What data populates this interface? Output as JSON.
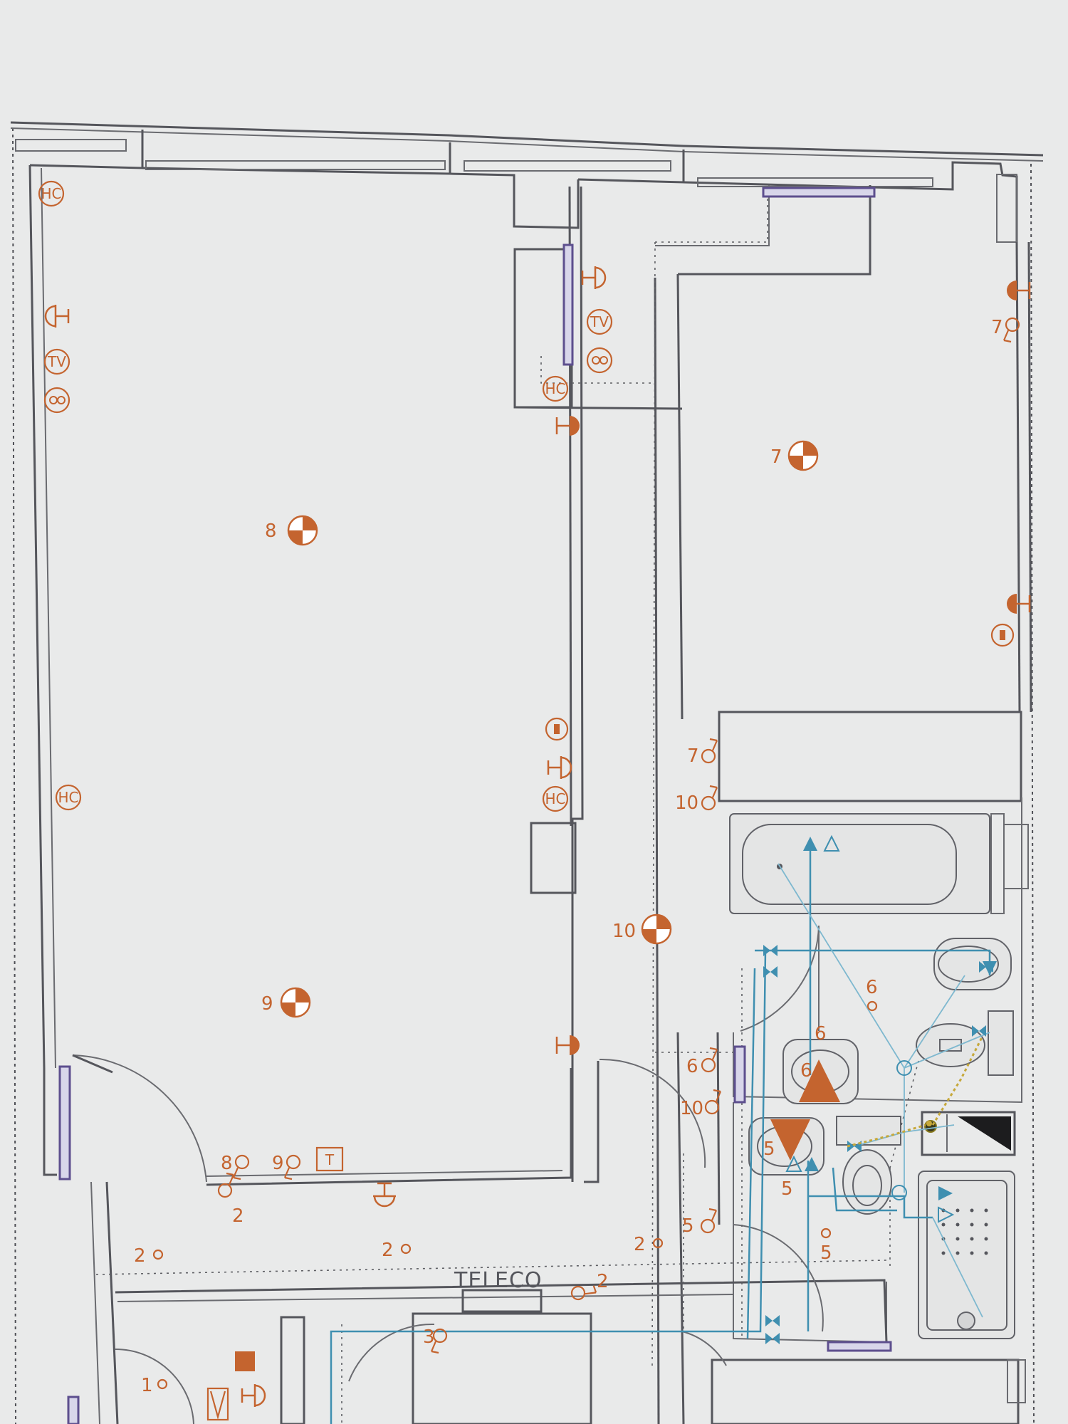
{
  "symbols": {
    "hc": "HC",
    "tv": "TV",
    "thermostat": "T"
  },
  "room_labels": {
    "telecom": "TELECO"
  },
  "circuit_numbers": {
    "light_8": "8",
    "light_9": "9",
    "light_7": "7",
    "light_10": "10",
    "switch_7": "7",
    "switch_7b": "7",
    "switch_10": "10",
    "switch_6": "6",
    "switch_10c": "10",
    "switch_8": "8",
    "switch_9": "9",
    "switch_2": "2",
    "switch_5": "5",
    "switch_2b": "2",
    "switch_3": "3",
    "point_2a": "2",
    "point_2b": "2",
    "point_2c": "2",
    "point_1": "1",
    "bath_6a": "6",
    "bath_6b": "6",
    "bath_6c": "6",
    "bath_5a": "5",
    "bath_5b": "5",
    "bath_5c": "5"
  },
  "colors": {
    "paper": "#e9eaea",
    "walls": "#55565c",
    "electrical": "#c4642f",
    "plumbing": "#3f8fb0",
    "windows": "#5d4f8e"
  }
}
